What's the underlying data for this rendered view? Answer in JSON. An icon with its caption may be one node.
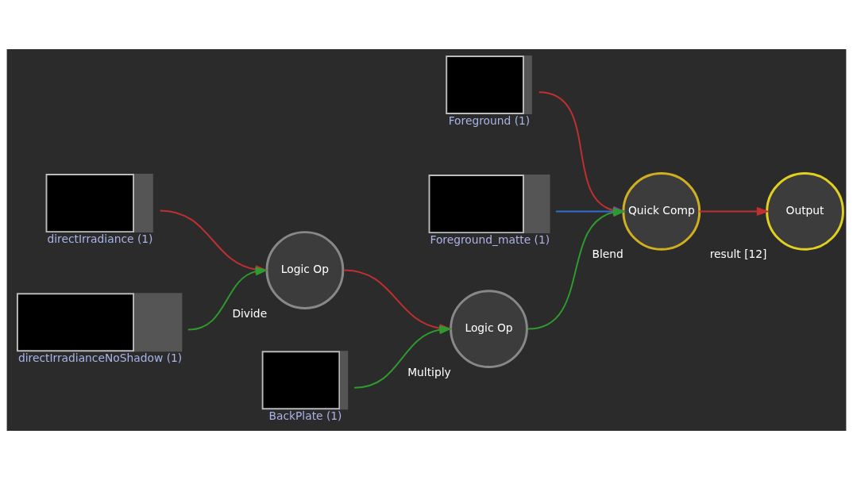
{
  "diagram": {
    "nodes": [
      {
        "text": [],
        "shape": "box",
        "beside": [
          "Foreground (1)"
        ]
      },
      {
        "text": [],
        "shape": "box",
        "beside": [
          "Foreground_matte (1)"
        ]
      },
      {
        "text": [],
        "shape": "box",
        "beside": [
          "directIrradiance (1)"
        ]
      },
      {
        "text": [],
        "shape": "box",
        "beside": [
          "directIrradianceNoShadow (1)"
        ]
      },
      {
        "text": [
          "Logic Op"
        ],
        "beside": [
          "Divide"
        ]
      },
      {
        "text": [],
        "shape": "box",
        "beside": [
          "BackPlate (1)"
        ]
      },
      {
        "text": [
          "Logic Op"
        ],
        "beside": [
          "Multiply"
        ]
      },
      {
        "text": [
          "Quick Comp"
        ],
        "beside": [
          "Blend"
        ]
      },
      {
        "text": [
          "Output"
        ],
        "beside": [
          "result [12]"
        ]
      }
    ],
    "edges": [
      {
        "from": 0,
        "to": 7,
        "arrow": "to",
        "color": "#c03030"
      },
      {
        "from": 1,
        "to": 7,
        "arrow": "to",
        "color": "#2f6fd0"
      },
      {
        "from": 2,
        "to": 4,
        "arrow": "to",
        "color": "#c03030"
      },
      {
        "from": 3,
        "to": 4,
        "arrow": "to",
        "color": "#2f9a2f"
      },
      {
        "from": 4,
        "to": 6,
        "arrow": "to",
        "color": "#c03030"
      },
      {
        "from": 5,
        "to": 6,
        "arrow": "to",
        "color": "#2f9a2f"
      },
      {
        "from": 6,
        "to": 7,
        "arrow": "to",
        "color": "#2f9a2f"
      },
      {
        "from": 7,
        "to": 8,
        "arrow": "to",
        "color": "#c03030"
      }
    ]
  }
}
